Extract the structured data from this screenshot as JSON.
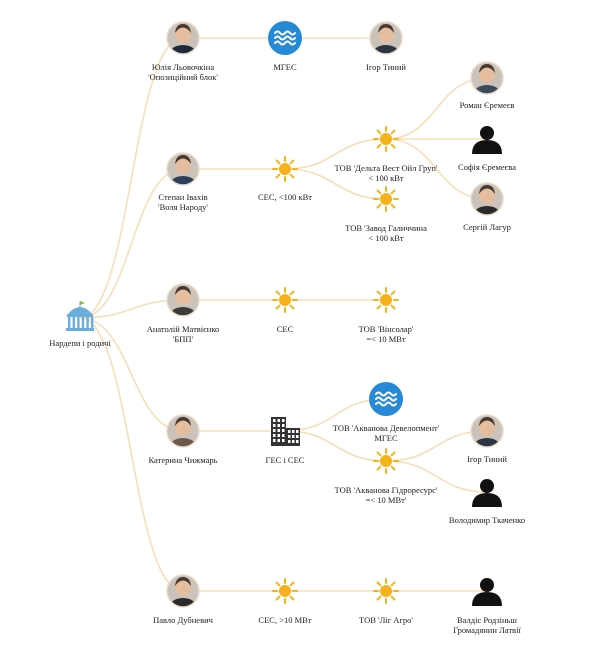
{
  "root": {
    "label": "Нардепи і родичі",
    "icon": "parliament-icon"
  },
  "deputies": [
    {
      "name": "Юлія Льовочкіна",
      "party": "'Опозиційний блок'",
      "icon": "person-photo-icon"
    },
    {
      "name": "Степан Івахів",
      "party": "'Воля Народу'",
      "icon": "person-photo-icon"
    },
    {
      "name": "Анатолій Матвієнко",
      "party": "'БПП'",
      "icon": "person-photo-icon"
    },
    {
      "name": "Катерина Чижмарь",
      "party": "",
      "icon": "person-photo-icon"
    },
    {
      "name": "Павло Дубневич",
      "party": "",
      "icon": "person-photo-icon"
    }
  ],
  "plants": [
    {
      "label": "МГЕС",
      "icon": "water-waves-icon"
    },
    {
      "label": "СЕС, <100 кВт",
      "icon": "sun-icon"
    },
    {
      "label": "СЕС",
      "icon": "sun-icon"
    },
    {
      "label": "ГЕС і СЕС",
      "icon": "building-icon"
    },
    {
      "label": "СЕС, >10 МВт",
      "icon": "sun-icon"
    }
  ],
  "companies": {
    "igor_top": {
      "line1": "Ігор Тиний",
      "line2": ""
    },
    "delta": {
      "line1": "ТОВ 'Дельта Вест Ойл Груп'",
      "line2": "< 100 кВт"
    },
    "galychyna": {
      "line1": "ТОВ 'Завод Галиччина",
      "line2": "< 100 кВт"
    },
    "vinsolar": {
      "line1": "ТОВ 'Вінсолар'",
      "line2": "=< 10 МВт"
    },
    "akvanova_dev": {
      "line1": "ТОВ 'Акванова Девелопмент'",
      "line2": "МГЕС"
    },
    "akvanova_hydro": {
      "line1": "ТОВ 'Акванова Гідроресурс'",
      "line2": "=< 10 МВт'"
    },
    "lig_agro": {
      "line1": "ТОВ 'Ліг Агро'",
      "line2": ""
    }
  },
  "owners": {
    "roman": {
      "line1": "Роман Єремеєв",
      "line2": ""
    },
    "sofia": {
      "line1": "Софія Єремеєва",
      "line2": ""
    },
    "serhiy": {
      "line1": "Сергій Лагур",
      "line2": ""
    },
    "igor2": {
      "line1": "Ігор Тиний",
      "line2": ""
    },
    "volodymyr": {
      "line1": "Володимир Ткаченко",
      "line2": ""
    },
    "valdis": {
      "line1": "Валдіс Родзіньш",
      "line2": "Громадянин Латвії"
    }
  },
  "colors": {
    "link": "#f5dfb8",
    "sun": "#f6b21b",
    "water": "#2589d6",
    "silhouette": "#111111",
    "building": "#333333",
    "parliament": "#6aaede"
  }
}
